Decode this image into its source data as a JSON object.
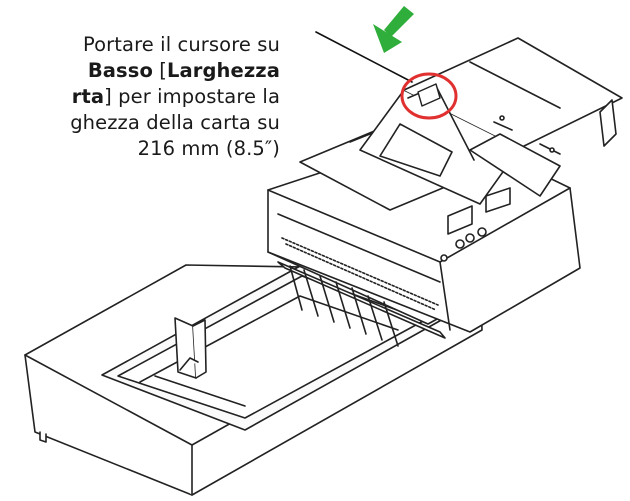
{
  "caption": {
    "line1": "Portare il cursore su",
    "line2_bold_a": "Basso",
    "line2_mid": " [",
    "line2_bold_b": "Larghezza",
    "line3_bold": "rta",
    "line3_rest": "] per impostare la",
    "line4": "ghezza della carta su",
    "line5": "216 mm (8.5″)"
  },
  "colors": {
    "arrow": "#2fae3b",
    "highlight_circle": "#e03030",
    "line_art": "#222222"
  },
  "icons": [
    "down-arrow-icon",
    "highlight-circle-icon"
  ]
}
